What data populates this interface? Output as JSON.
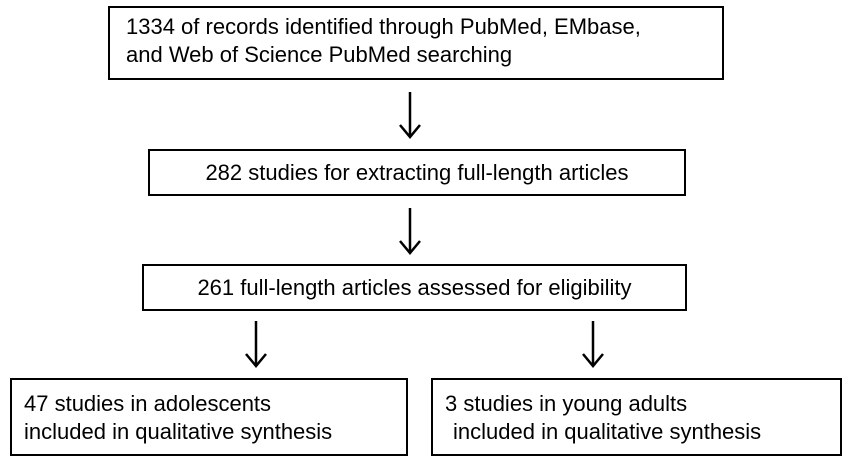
{
  "flowchart": {
    "records_box": {
      "line1": "1334 of records identified  through PubMed, EMbase,",
      "line2": "and Web of Science PubMed searching"
    },
    "studies_box": {
      "text": "282 studies for extracting full-length articles"
    },
    "fulltext_box": {
      "text": "261 full-length articles assessed for eligibility"
    },
    "adolescents_box": {
      "line1": "47 studies in adolescents",
      "line2": "included in qualitative synthesis"
    },
    "young_adults_box": {
      "line1": "3 studies in young adults",
      "line2": "included in qualitative synthesis"
    },
    "colors": {
      "border": "#000000",
      "text": "#000000",
      "background": "#ffffff"
    }
  }
}
